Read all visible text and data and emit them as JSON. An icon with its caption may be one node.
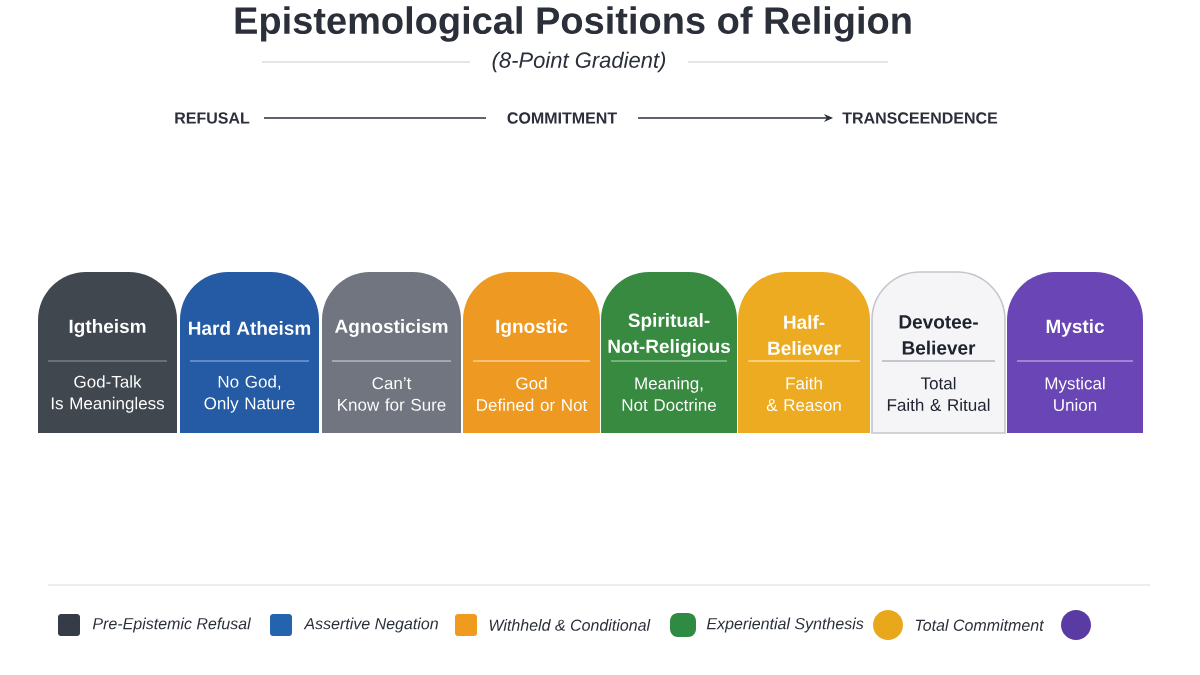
{
  "diagram": {
    "title": "Epistemological Positions of Religion",
    "nodes": [
      {
        "text": [
          "Igtheism",
          "God-Talk Is Meaningless"
        ]
      },
      {
        "text": [
          "Hard Atheism",
          "No God, Only Nature"
        ]
      },
      {
        "text": [
          "Agnosticism",
          "Can’t Know for Sure"
        ]
      },
      {
        "text": [
          "Ignostic",
          "God Defined or Not"
        ]
      },
      {
        "text": [
          "Spiritual- Not-Religious",
          "Meaning, Not Doctrine"
        ]
      },
      {
        "text": [
          "Half- Believer",
          "Faith & Reason"
        ]
      },
      {
        "text": [
          "Devotee- Believer",
          "Total Faith & Ritual"
        ]
      },
      {
        "text": [
          "Mystic",
          "Mystical Union"
        ]
      }
    ],
    "labels": [
      "(8-Point Gradient)",
      "REFUSAL",
      "COMMITMENT",
      "TRANSCEENDENCE"
    ],
    "legend": [
      {
        "text": "Pre-Epistemic Refusal",
        "color": "#353b47"
      },
      {
        "text": "Assertive Negation",
        "color": "#2463ad"
      },
      {
        "text": "Withheld & Conditional",
        "color": "#f09a1e"
      },
      {
        "text": "Experiential Synthesis",
        "color": "#2f8a43"
      },
      {
        "text": "Total Commitment",
        "color": "#e9a81c"
      }
    ]
  }
}
